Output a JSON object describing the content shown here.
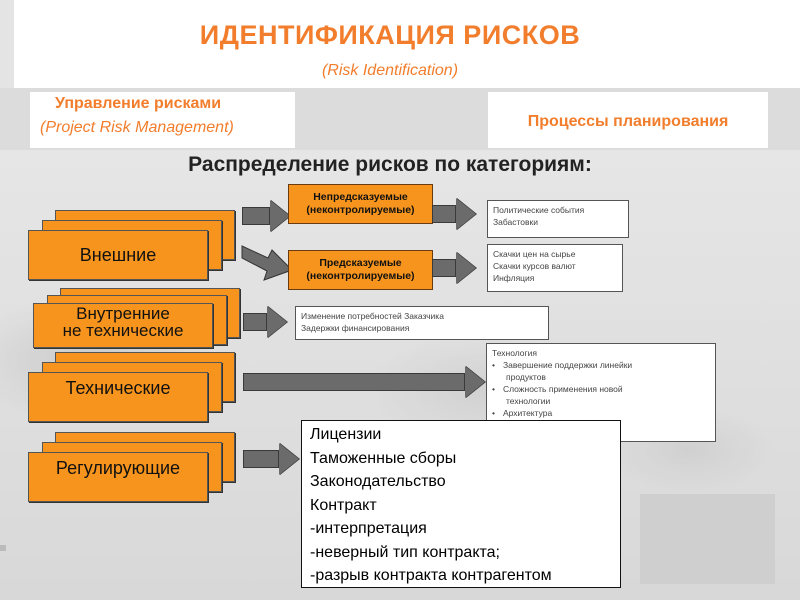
{
  "title": "ИДЕНТИФИКАЦИЯ РИСКОВ",
  "subtitle": "(Risk Identification)",
  "header_left": {
    "line1": "Управление рисками",
    "line2": "(Project Risk Management)"
  },
  "header_right": "Процессы планирования",
  "section_title": "Распределение рисков по категориям:",
  "categories": [
    {
      "label": "Внешние"
    },
    {
      "label_line1": "Внутренние",
      "label_line2": "не технические"
    },
    {
      "label": "Технические"
    },
    {
      "label": "Регулирующие"
    }
  ],
  "tags": {
    "unpredictable_line1": "Непредсказуемые",
    "unpredictable_line2": "(неконтролируемые)",
    "predictable_line1": "Предсказуемые",
    "predictable_line2": "(неконтролируемые)"
  },
  "info_boxes": {
    "unpredictable": [
      "Политические события",
      "Забастовки"
    ],
    "predictable": [
      "Скачки цен на сырье",
      "Скачки курсов валют",
      "Инфляция"
    ],
    "internal": [
      "Изменение потребностей Заказчика",
      "Задержки финансирования"
    ],
    "technical": {
      "heading": "Технология",
      "item1": "Завершение поддержки линейки",
      "item1_cont": "продуктов",
      "item2": "Сложность применения новой",
      "item2_cont": "технологии",
      "tail": "Архитектура"
    }
  },
  "regulatory_box": [
    "Лицензии",
    "Таможенные сборы",
    "Законодательство",
    "Контракт",
    "-интерпретация",
    "-неверный тип контракта;",
    "-разрыв контракта контрагентом"
  ],
  "colors": {
    "accent_orange": "#f27d2c",
    "card_orange": "#f7941d",
    "arrow_grey": "#6b6b6b"
  }
}
